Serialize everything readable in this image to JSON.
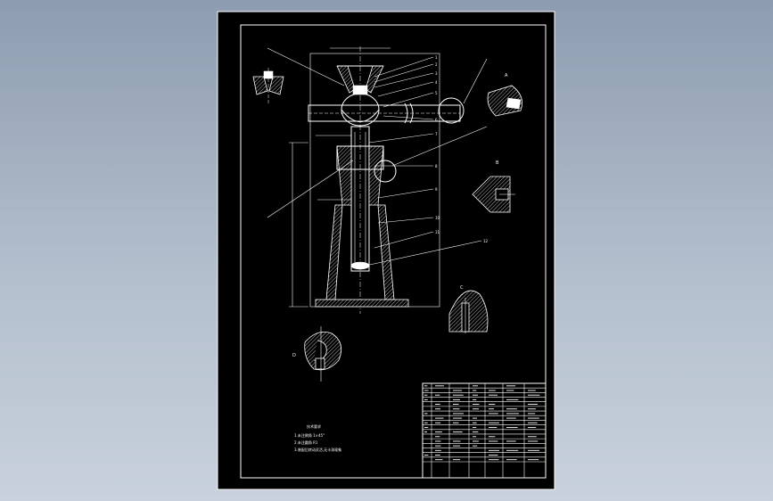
{
  "drawing": {
    "view_labels": {
      "detail_a": "A",
      "detail_b": "B",
      "detail_c": "C",
      "detail_d": "D"
    },
    "part_numbers": [
      "1",
      "2",
      "3",
      "4",
      "5",
      "6",
      "7",
      "8",
      "9",
      "10",
      "11",
      "12"
    ],
    "tech_notes": {
      "heading": "技术要求",
      "lines": [
        "1.未注倒角 1×45°",
        "2.未注圆角 R1",
        "3.装配后转动灵活,无卡滞现象"
      ]
    },
    "colors": {
      "paper": "#000000",
      "ink": "#ffffff",
      "background_top": "#8d9cb0",
      "background_bottom": "#c8d1dc"
    }
  }
}
